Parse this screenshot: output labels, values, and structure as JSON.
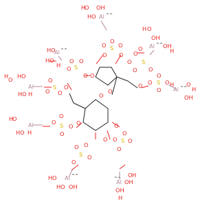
{
  "colors": {
    "oxygen": "#e8221f",
    "sulfur": "#d4b500",
    "aluminum": "#b5889c",
    "carbon": "#222222",
    "background": "#ffffff"
  },
  "labels": {
    "al": "Al",
    "radical": "^^",
    "h": "H",
    "o": "O",
    "oh": "OH",
    "ho": "HO",
    "s": "S"
  }
}
